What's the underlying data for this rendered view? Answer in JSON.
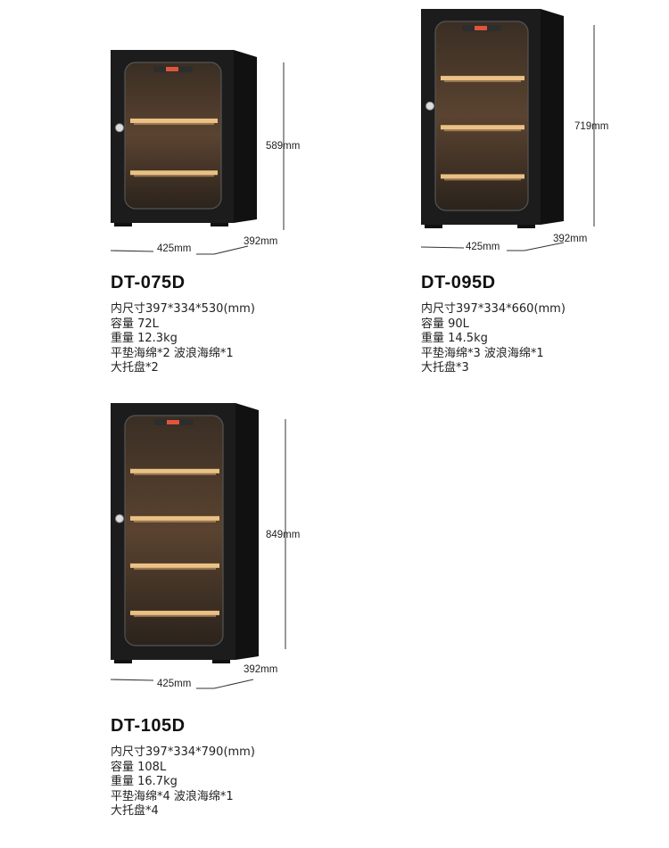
{
  "products": [
    {
      "model": "DT-075D",
      "specs": [
        "内尺寸397*334*530(mm)",
        "容量 72L",
        "重量 12.3kg",
        "平垫海绵*2 波浪海绵*1",
        "大托盘*2"
      ],
      "dims": {
        "height": "589mm",
        "width": "425mm",
        "depth": "392mm"
      },
      "shelf_count": 2
    },
    {
      "model": "DT-095D",
      "specs": [
        "内尺寸397*334*660(mm)",
        "容量 90L",
        "重量 14.5kg",
        "平垫海绵*3 波浪海绵*1",
        "大托盘*3"
      ],
      "dims": {
        "height": "719mm",
        "width": "425mm",
        "depth": "392mm"
      },
      "shelf_count": 3
    },
    {
      "model": "DT-105D",
      "specs": [
        "内尺寸397*334*790(mm)",
        "容量 108L",
        "重量 16.7kg",
        "平垫海绵*4 波浪海绵*1",
        "大托盘*4"
      ],
      "dims": {
        "height": "849mm",
        "width": "425mm",
        "depth": "392mm"
      },
      "shelf_count": 4
    }
  ],
  "colors": {
    "cabinet": "#1c1c1c",
    "glass": "#2a2622",
    "shelf_glow": "#f3c88a",
    "interior_warm": "#5a4330",
    "dimension_line": "#333333"
  },
  "icons": {
    "lock": "lock-icon",
    "display": "control-panel-icon"
  }
}
